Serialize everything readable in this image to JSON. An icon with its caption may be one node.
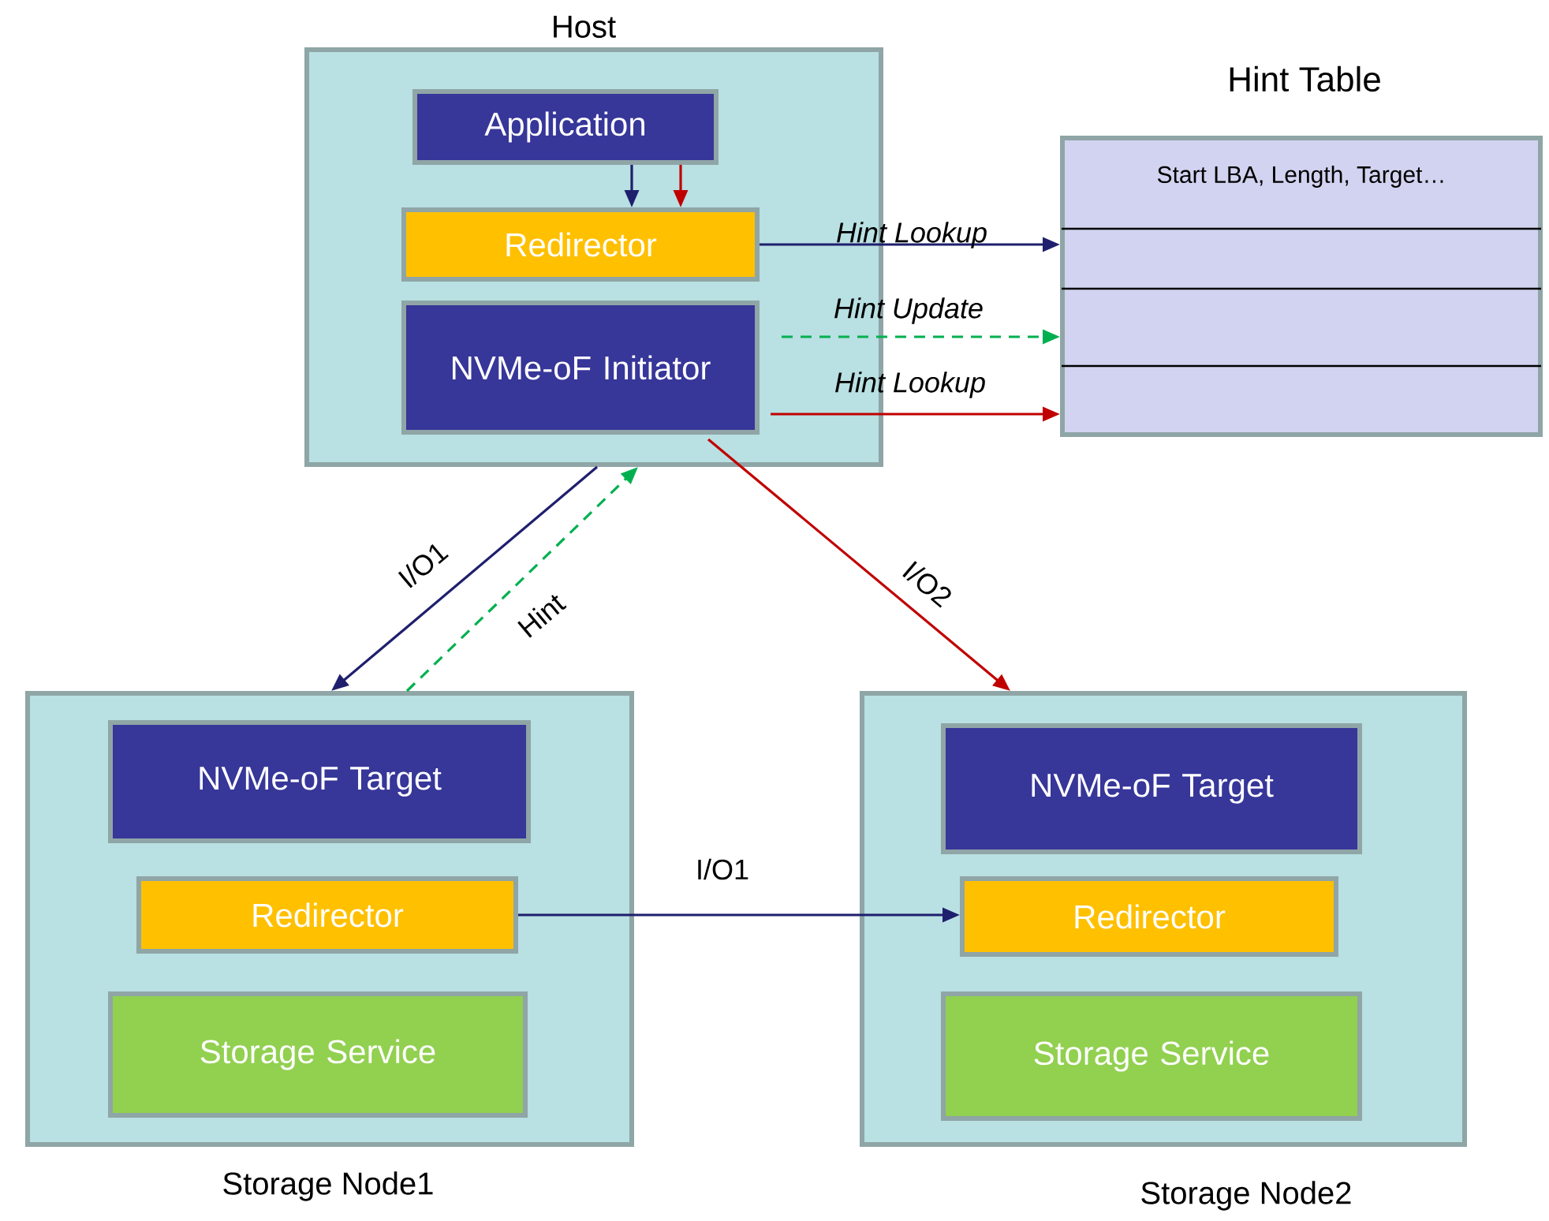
{
  "diagram": {
    "nodes": [
      {
        "text": [
          "Host"
        ]
      },
      {
        "text": [
          "Application"
        ],
        "in": 0
      },
      {
        "text": [
          "Redirector"
        ],
        "in": 0
      },
      {
        "text": [
          "NVMe-oF Initiator"
        ],
        "in": 0
      },
      {
        "text": [
          "Hint Table",
          "Start LBA, Length, Target…"
        ]
      },
      {
        "text": [
          "Storage Node1"
        ]
      },
      {
        "text": [
          "NVMe-oF Target"
        ],
        "in": 5
      },
      {
        "text": [
          "Redirector"
        ],
        "in": 5
      },
      {
        "text": [
          "Storage Service"
        ],
        "in": 5
      },
      {
        "text": [
          "Storage Node2"
        ]
      },
      {
        "text": [
          "NVMe-oF Target"
        ],
        "in": 9
      },
      {
        "text": [
          "Redirector"
        ],
        "in": 9
      },
      {
        "text": [
          "Storage Service"
        ],
        "in": 9
      }
    ],
    "edges": [
      {
        "from": 1,
        "to": 2,
        "arrow": "to"
      },
      {
        "from": 1,
        "to": 2,
        "arrow": "to",
        "color": "#c00000"
      },
      {
        "from": 2,
        "to": 4,
        "arrow": "to",
        "label": "Hint Lookup"
      },
      {
        "from": 3,
        "to": 4,
        "arrow": "to",
        "label": "Hint Update",
        "style": "dashed",
        "color": "#00b050"
      },
      {
        "from": 3,
        "to": 4,
        "arrow": "to",
        "label": "Hint Lookup",
        "color": "#c00000"
      },
      {
        "from": 0,
        "to": 5,
        "arrow": "to",
        "label": "I/O1"
      },
      {
        "from": 5,
        "to": 0,
        "arrow": "to",
        "label": "Hint",
        "style": "dashed",
        "color": "#00b050"
      },
      {
        "from": 3,
        "to": 9,
        "arrow": "to",
        "label": "I/O2",
        "color": "#c00000"
      },
      {
        "from": 7,
        "to": 11,
        "arrow": "to",
        "label": "I/O1"
      }
    ]
  }
}
